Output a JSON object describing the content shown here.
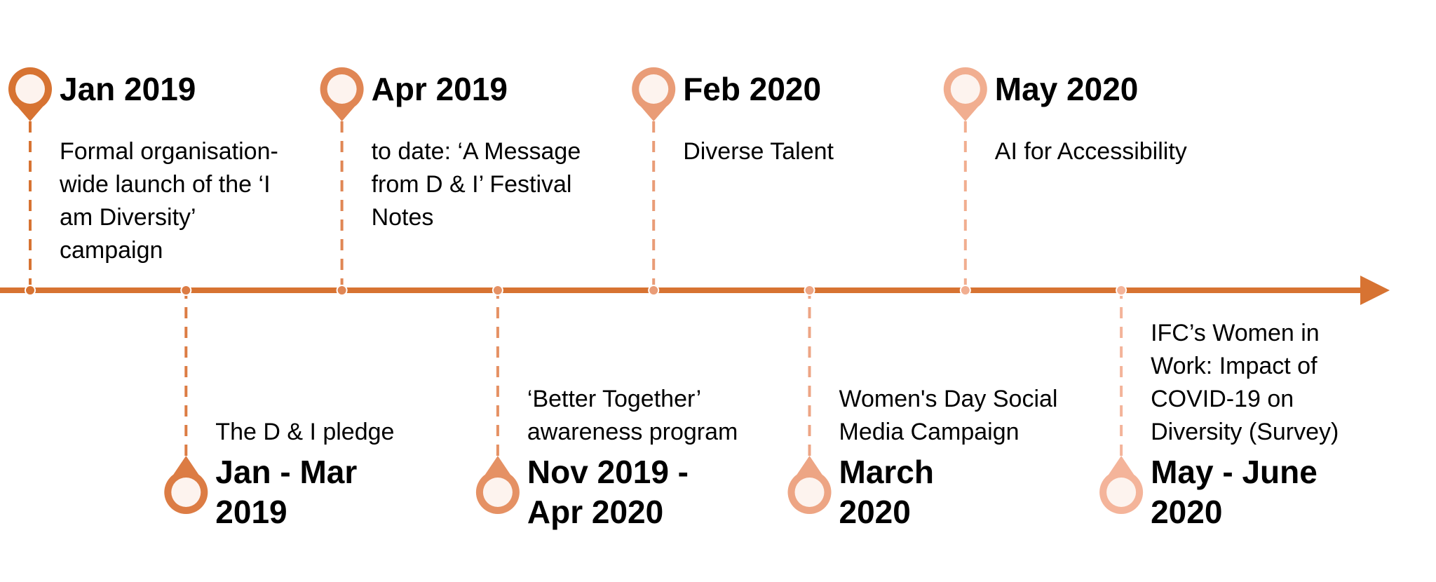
{
  "colors": {
    "axis": "#D77332",
    "pin_inner": "#FDF3EE",
    "gradient": [
      "#D77332",
      "#DC7C44",
      "#E08654",
      "#E59164",
      "#E99C77",
      "#EDA584",
      "#F1AE90",
      "#F4B49A"
    ]
  },
  "events": [
    {
      "position": "top",
      "title": "Jan 2019",
      "text": "Formal organisation-wide launch of the ‘I am Diversity’ campaign"
    },
    {
      "position": "bottom",
      "title": "Jan - Mar 2019",
      "text": "The D & I pledge"
    },
    {
      "position": "top",
      "title": "Apr 2019",
      "text": "to date: ‘A Message from D & I’ Festival Notes"
    },
    {
      "position": "bottom",
      "title": "Nov 2019 - Apr 2020",
      "text": "‘Better Together’ awareness program"
    },
    {
      "position": "top",
      "title": "Feb 2020",
      "text": "Diverse Talent"
    },
    {
      "position": "bottom",
      "title": "March 2020",
      "text": "Women's Day Social Media Campaign"
    },
    {
      "position": "top",
      "title": "May 2020",
      "text": "AI for Accessibility"
    },
    {
      "position": "bottom",
      "title": "May - June 2020",
      "text": "IFC’s Women in Work: Impact of COVID-19 on Diversity (Survey)"
    }
  ]
}
